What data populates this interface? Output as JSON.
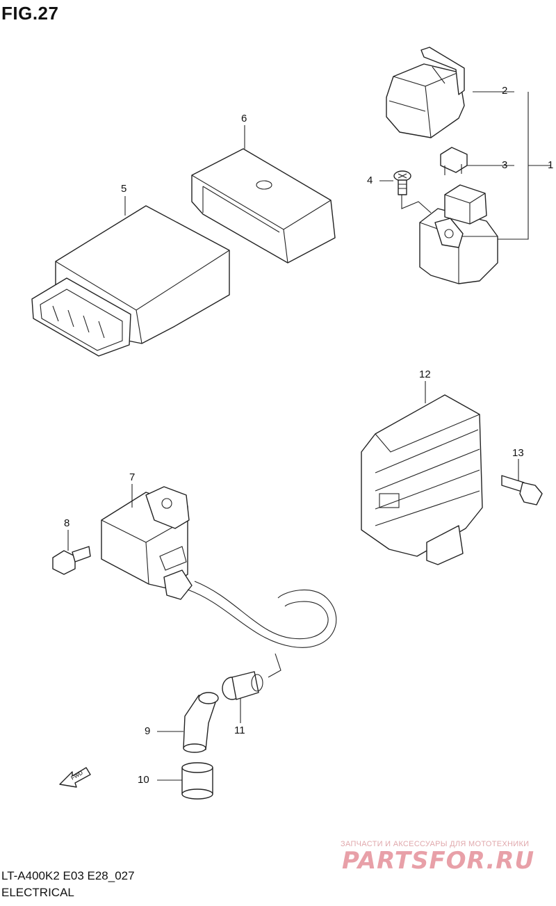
{
  "figure": {
    "title": "FIG.27",
    "model_code": "LT-A400K2 E03 E28_027",
    "section_name": "ELECTRICAL"
  },
  "callouts": [
    {
      "id": "callout-1",
      "label": "1"
    },
    {
      "id": "callout-2",
      "label": "2"
    },
    {
      "id": "callout-3",
      "label": "3"
    },
    {
      "id": "callout-4",
      "label": "4"
    },
    {
      "id": "callout-5",
      "label": "5"
    },
    {
      "id": "callout-6",
      "label": "6"
    },
    {
      "id": "callout-7",
      "label": "7"
    },
    {
      "id": "callout-8",
      "label": "8"
    },
    {
      "id": "callout-9",
      "label": "9"
    },
    {
      "id": "callout-10",
      "label": "10"
    },
    {
      "id": "callout-11",
      "label": "11"
    },
    {
      "id": "callout-12",
      "label": "12"
    },
    {
      "id": "callout-13",
      "label": "13"
    }
  ],
  "fwd_label": "FWD",
  "watermark": {
    "tagline": "ЗАПЧАСТИ И АКСЕССУАРЫ ДЛЯ МОТОТЕХНИКИ",
    "logo": "PARTSFOR.RU"
  }
}
